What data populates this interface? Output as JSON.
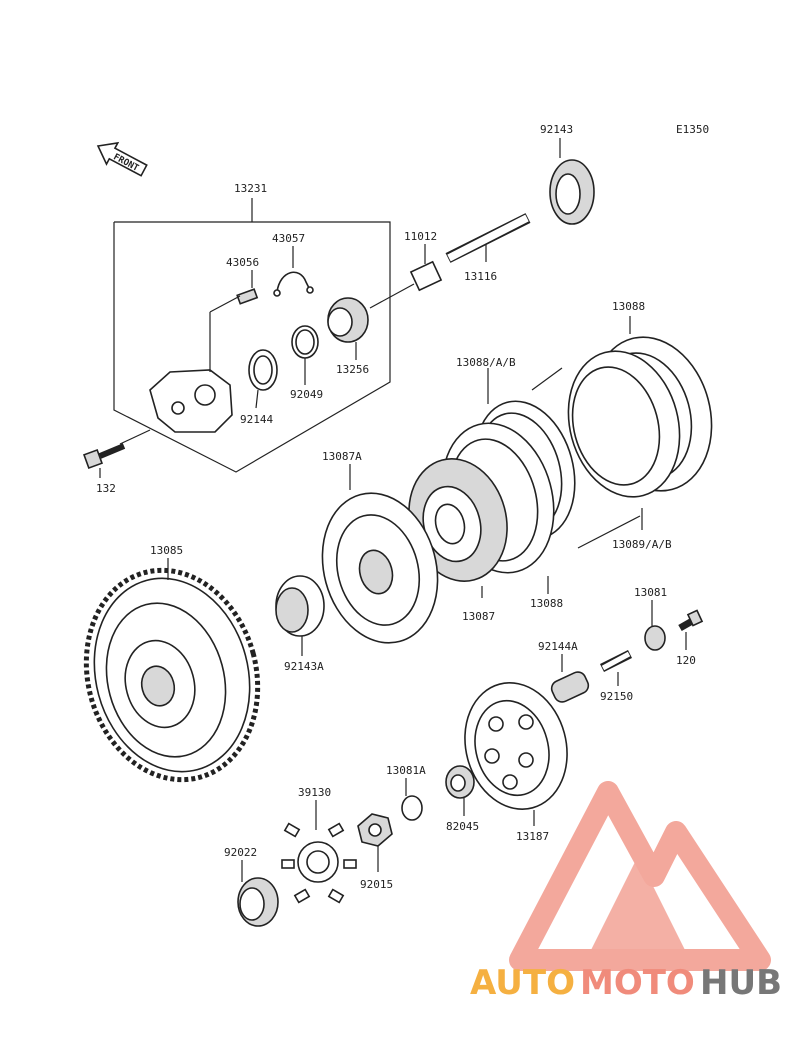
{
  "diagram_code": "E1350",
  "front_label": "FRONT",
  "parts": {
    "p92143": "92143",
    "p13231": "13231",
    "p43057": "43057",
    "p43056": "43056",
    "p11012": "11012",
    "p13116": "13116",
    "p13256": "13256",
    "p92049": "92049",
    "p92144": "92144",
    "p132": "132",
    "p13088_top": "13088",
    "p13088AB": "13088/A/B",
    "p13087A": "13087A",
    "p13089AB": "13089/A/B",
    "p13085": "13085",
    "p13087": "13087",
    "p13088_bot": "13088",
    "p13081": "13081",
    "p120": "120",
    "p92144A": "92144A",
    "p92143A": "92143A",
    "p92150": "92150",
    "p39130": "39130",
    "p13081A": "13081A",
    "p82045": "82045",
    "p13187": "13187",
    "p92022": "92022",
    "p92015": "92015"
  },
  "watermark": {
    "part1": "AUTO",
    "part2": "MOTO",
    "part3": "HUB",
    "colors": {
      "orange": "#f5b041",
      "salmon": "#f08b7b",
      "gray": "#777777"
    }
  }
}
